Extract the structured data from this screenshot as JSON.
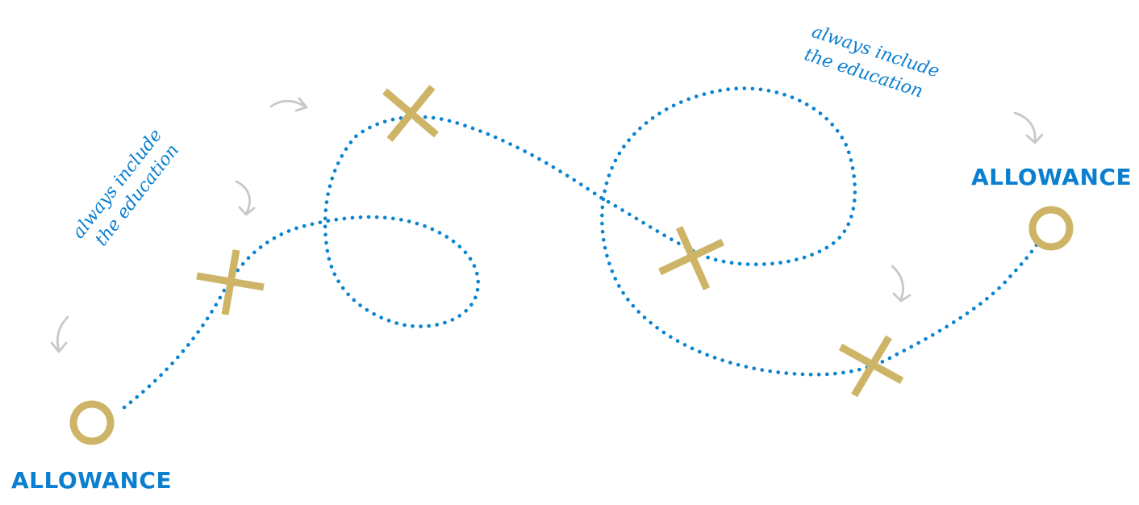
{
  "colors": {
    "route": "#0a84d0",
    "marker": "#cdb466",
    "arrow": "#c8c8c8",
    "text": "#0a7fd0"
  },
  "left": {
    "label": "ALLOWANCE",
    "note_line1": "always include",
    "note_line2": "the education"
  },
  "right": {
    "label": "ALLOWANCE",
    "note_line1": "always include",
    "note_line2": "the education"
  },
  "icons": [
    "circle-marker",
    "x-marker",
    "curved-arrow-icon"
  ]
}
